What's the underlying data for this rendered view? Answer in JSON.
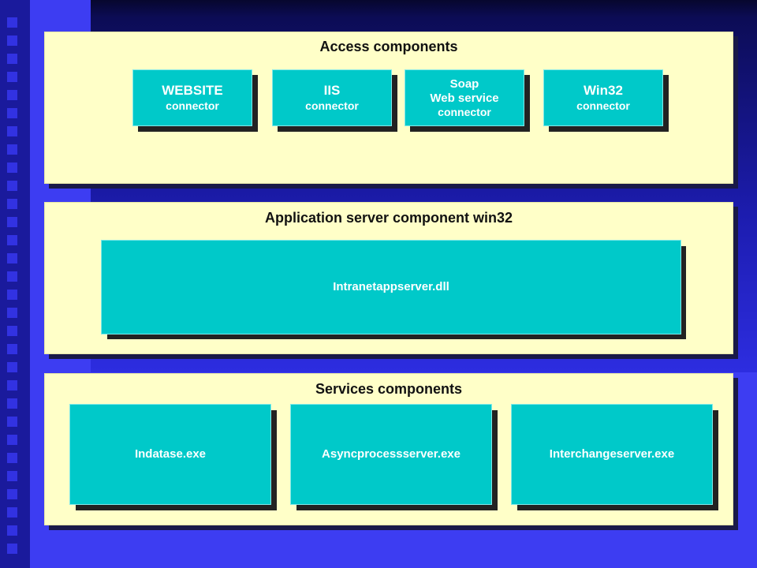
{
  "access": {
    "title": "Access components",
    "boxes": [
      {
        "line1": "WEBSITE",
        "line2": "connector"
      },
      {
        "line1": "IIS",
        "line2": "connector"
      },
      {
        "line1": "Soap",
        "line2": "Web service",
        "line3": "connector"
      },
      {
        "line1": "Win32",
        "line2": "connector"
      }
    ]
  },
  "appserver": {
    "title": "Application server component win32",
    "box": "Intranetappserver.dll"
  },
  "services": {
    "title": "Services components",
    "boxes": [
      "Indatase.exe",
      "Asyncprocessserver.exe",
      "Interchangeserver.exe"
    ]
  },
  "colors": {
    "background": "#3d3df2",
    "panel": "#ffffc8",
    "component": "#00c9c9",
    "component_text": "#ffffff"
  }
}
